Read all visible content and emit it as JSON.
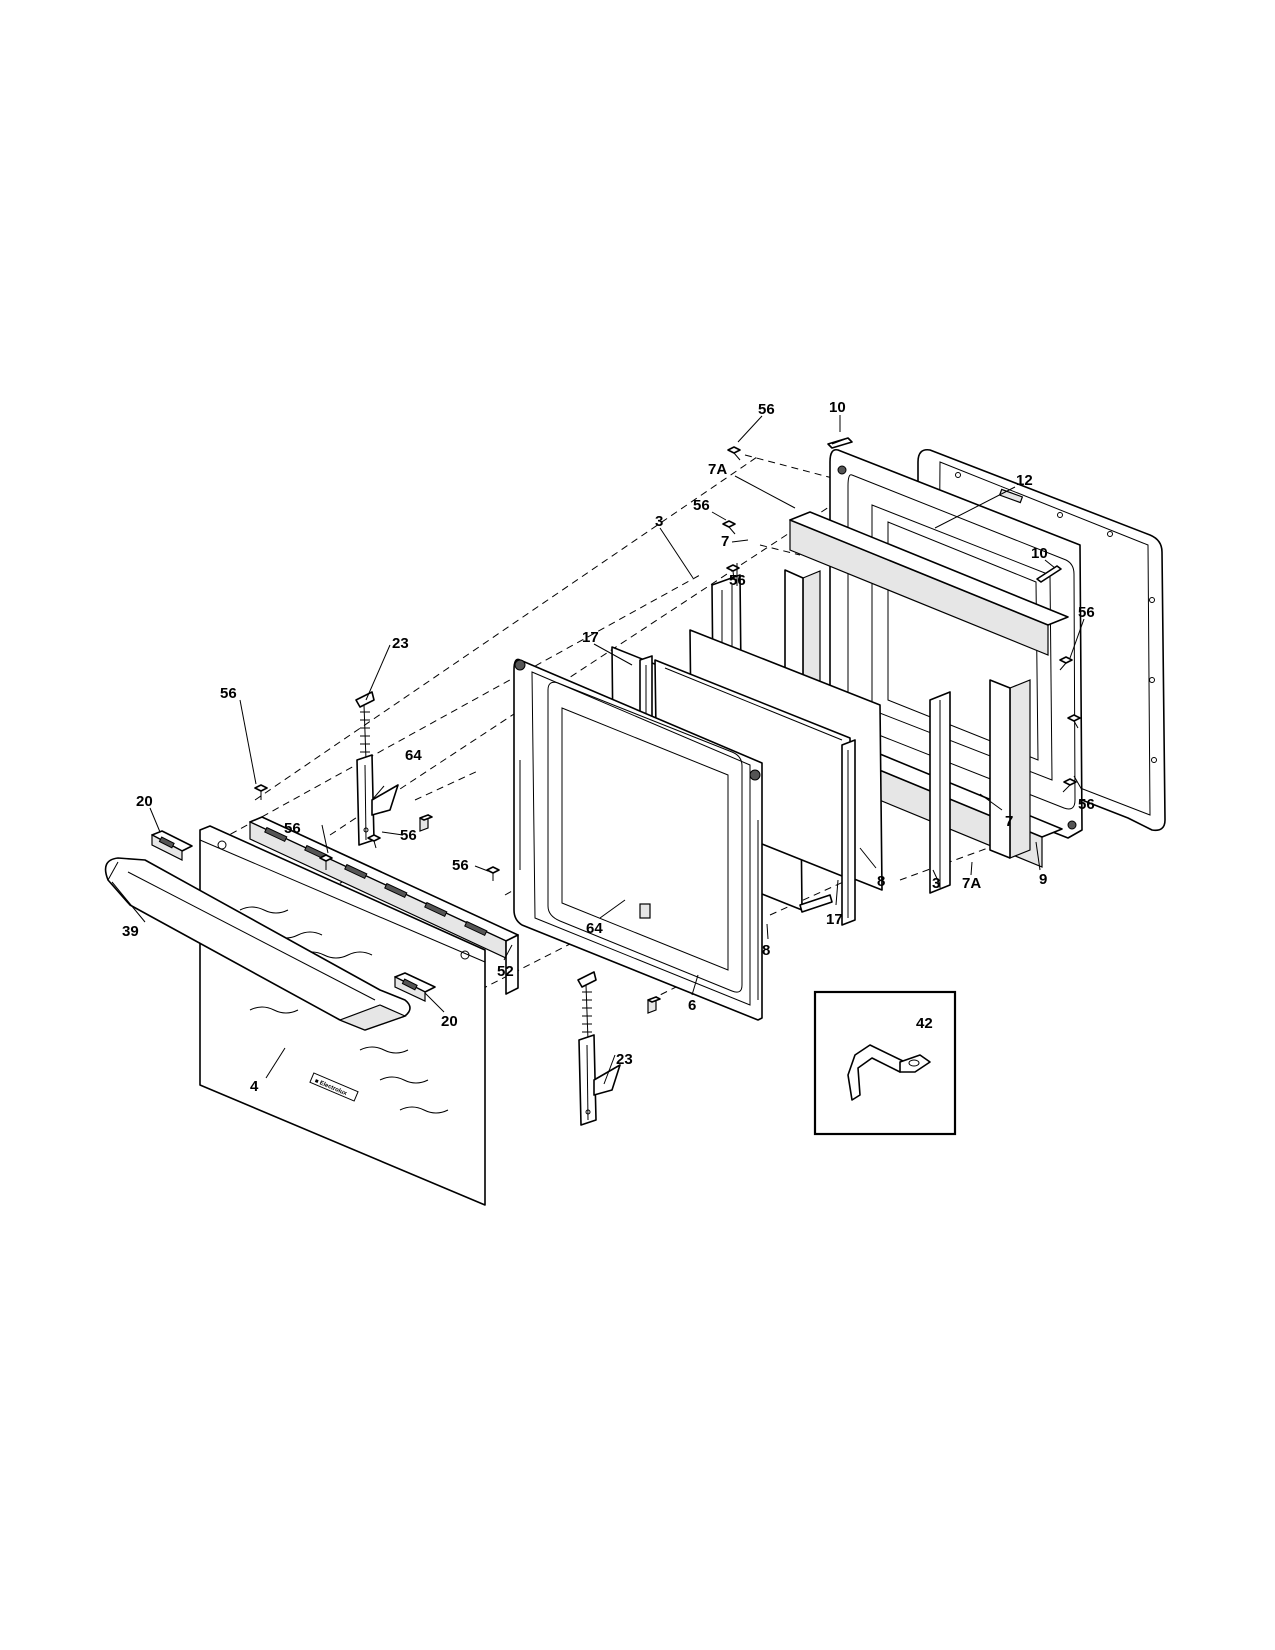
{
  "diagram": {
    "callouts": {
      "c56a": "56",
      "c10a": "10",
      "c7a_top": "7A",
      "c12": "12",
      "c56b": "56",
      "c7_top": "7",
      "c10b": "10",
      "c3_top": "3",
      "c56c": "56",
      "c56_right_top": "56",
      "c17_top": "17",
      "c23_top": "23",
      "c56_hinge": "56",
      "c64_top": "64",
      "c56_right_bottom": "56",
      "c20_left": "20",
      "c56_panel_a": "56",
      "c56_panel_b": "56",
      "c56_panel_c": "56",
      "c39": "39",
      "c7_right": "7",
      "c9": "9",
      "c8_a": "8",
      "c3_bottom": "3",
      "c7a_bottom": "7A",
      "c17_bottom": "17",
      "c8_b": "8",
      "c64_bottom": "64",
      "c52": "52",
      "c20_right": "20",
      "c6": "6",
      "c23_bottom": "23",
      "c4": "4",
      "c42": "42"
    }
  }
}
